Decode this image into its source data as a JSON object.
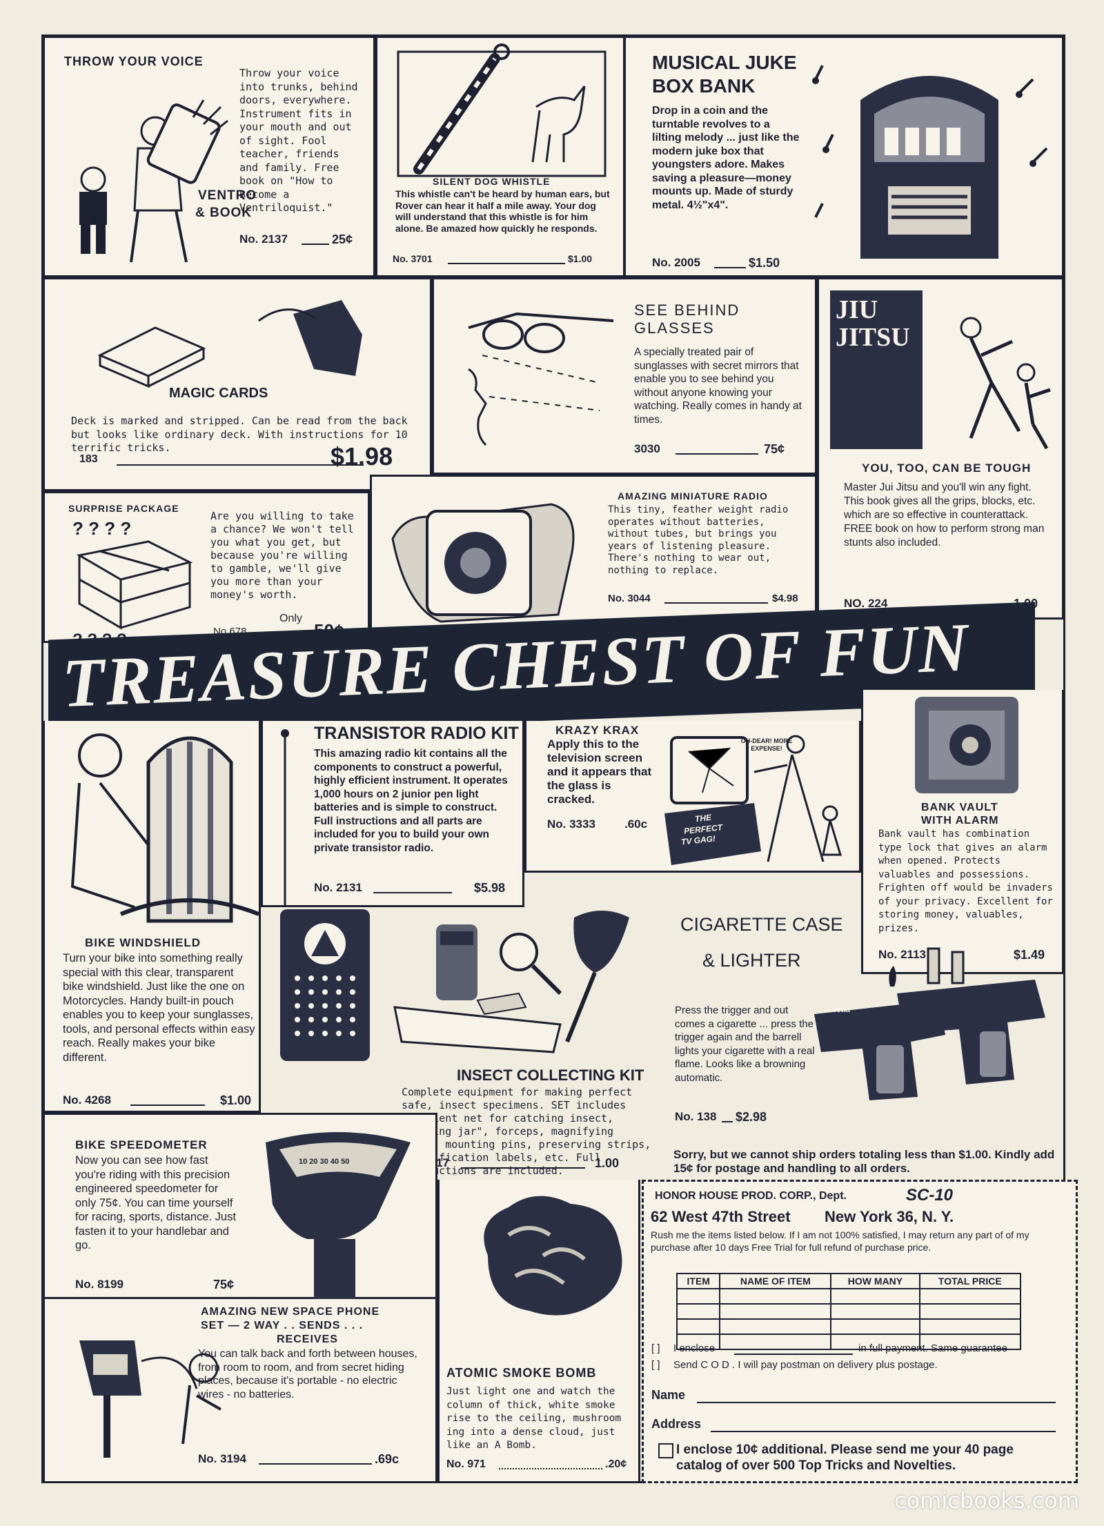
{
  "banner": "TREASURE CHEST OF FUN",
  "watermark": "comicbooks.com",
  "ventriloquist": {
    "title": "THROW YOUR VOICE",
    "body": "Throw your voice into trunks, behind doors, everywhere. Instrument fits in your mouth and out of sight. Fool teacher, friends and family. Free book on \"How to Become a Ventriloquist.\"",
    "art_label_1": "Ventro",
    "art_label_2": "& Book",
    "number": "No. 2137",
    "price": "25¢"
  },
  "dog_whistle": {
    "title": "SILENT DOG WHISTLE",
    "body": "This whistle can't be heard by human ears, but Rover can hear it half a mile away. Your dog will understand that this whistle is for him alone. Be amazed how quickly he responds.",
    "number": "No. 3701",
    "price": "$1.00"
  },
  "juke_box": {
    "title_1": "MUSICAL JUKE",
    "title_2": "BOX BANK",
    "body": "Drop in a coin and the turntable revolves to a lilting melody ... just like the modern juke box that youngsters adore. Makes saving a pleasure—money mounts up. Made of sturdy metal. 4½\"x4\".",
    "number": "No. 2005",
    "price": "$1.50"
  },
  "magic_cards": {
    "title": "MAGIC CARDS",
    "body": "Deck is marked and stripped. Can be read from the back but looks like ordinary deck. With instructions for 10 terrific tricks.",
    "number": "183",
    "price": "$1.98"
  },
  "see_behind": {
    "title_1": "SEE BEHIND",
    "title_2": "GLASSES",
    "body": "A specially treated pair of sunglasses with secret mirrors that enable you to see behind you without anyone knowing your watching. Really comes in handy at times.",
    "number": "3030",
    "price": "75¢"
  },
  "jiu_jitsu": {
    "book_title": "JIU JITSU",
    "title": "YOU, TOO, CAN BE TOUGH",
    "body": "Master Jui Jitsu and you'll win any fight. This book gives all the grips, blocks, etc. which are so effective in counterattack. FREE book on how to perform strong man stunts also included.",
    "number": "NO. 224",
    "price": "1.00"
  },
  "surprise": {
    "title": "SURPRISE PACKAGE",
    "body": "Are you willing to take a chance? We won't tell you what you get, but because you're willing to gamble, we'll give you more than your money's worth.",
    "only": "Only",
    "number": "No 678",
    "price": "50¢"
  },
  "mini_radio": {
    "title": "AMAZING MINIATURE RADIO",
    "body": "This tiny, feather weight radio operates without batteries, without tubes, but brings you years of listening pleasure. There's nothing to wear out, nothing to replace.",
    "number": "No. 3044",
    "price": "$4.98"
  },
  "transistor": {
    "title": "TRANSISTOR RADIO KIT",
    "body": "This amazing radio kit contains all the components to construct a powerful, highly efficient instrument. It operates 1,000 hours on 2 junior pen light batteries and is simple to construct. Full instructions and all parts are included for you to build your own private transistor radio.",
    "number": "No. 2131",
    "price": "$5.98"
  },
  "krazy_krax": {
    "title": "KRAZY KRAX",
    "body": "Apply this to the television screen and it appears that the glass is cracked.",
    "number": "No. 3333",
    "price": ".60c",
    "tv_text_1": "THE",
    "tv_text_2": "PERFECT",
    "tv_text_3": "TV GAG!",
    "bubble": "OH-DEAR! MORE EXPENSE!"
  },
  "bank_vault": {
    "title_1": "BANK VAULT",
    "title_2": "WITH ALARM",
    "body": "Bank vault has combination type lock that gives an alarm when opened. Protects valuables and possessions. Frighten off would be invaders of your privacy. Excellent for storing money, valuables, prizes.",
    "number": "No. 2113",
    "price": "$1.49"
  },
  "bike_windshield": {
    "title": "BIKE WINDSHIELD",
    "body": "Turn your bike into something really special with this clear, transparent bike windshield. Just like the one on Motorcycles. Handy built-in pouch enables you to keep your sunglasses, tools, and personal effects within easy reach. Really makes your bike different.",
    "number": "No. 4268",
    "price": "$1.00"
  },
  "insect": {
    "title": "INSECT COLLECTING KIT",
    "body": "Complete equipment for making perfect safe, insect specimens. SET includes efficient net for catching insect, \"killing jar\", forceps, magnifying glass, mounting pins, preserving strips, identification labels, etc. Full instructions are included.",
    "number": "No. 2117",
    "price": "1.00"
  },
  "cigarette": {
    "title_1": "CIGARETTE CASE",
    "title_2": "& LIGHTER",
    "body": "Press the trigger and out comes a cigarette ... press the trigger again and the barrell lights your cigarette with a real flame. Looks like a browning automatic.",
    "number": "No. 138",
    "price": "$2.98",
    "gun_label": "Beretta"
  },
  "notice": "Sorry, but we cannot ship orders totaling less than $1.00. Kindly add 15¢ for postage and handling to all orders.",
  "speedometer": {
    "title": "BIKE SPEEDOMETER",
    "body": "Now you can see how fast you're riding with this precision engineered speedometer for only 75¢. You can time yourself for racing, sports, distance. Just fasten it to your handlebar and go.",
    "dial": "10 20 30 40 50",
    "number": "No. 8199",
    "price": "75¢"
  },
  "space_phone": {
    "title_1": "AMAZING NEW SPACE PHONE",
    "title_2": "SET — 2 WAY . . SENDS . . .",
    "title_3": "RECEIVES",
    "body": "You can talk back and forth between houses, from room to room, and from secret hiding places, because it's portable - no electric wires - no batteries.",
    "number": "No. 3194",
    "price": ".69c"
  },
  "smoke_bomb": {
    "title": "ATOMIC SMOKE BOMB",
    "body": "Just light one and watch the column of thick, white smoke rise to the ceiling, mushroom ing into a dense cloud, just like an A Bomb.",
    "number": "No. 971",
    "price": ".20¢"
  },
  "order_form": {
    "company": "HONOR HOUSE PROD. CORP., Dept.",
    "dept": "SC-10",
    "address": "62 West 47th Street",
    "city": "New York 36, N. Y.",
    "intro": "Rush me the items listed below. If I am not 100% satisfied, I may return any part of of my purchase after 10 days Free Trial for full refund of purchase price.",
    "columns": [
      "ITEM",
      "NAME OF ITEM",
      "HOW MANY",
      "TOTAL PRICE"
    ],
    "enclose_1": "I enclose",
    "enclose_2": "in full payment. Same guarantee",
    "cod": "Send C O D . I will pay postman on delivery plus postage.",
    "name_label": "Name",
    "address_label": "Address",
    "catalog": "I enclose 10¢ additional. Please send me your 40 page catalog of over 500 Top Tricks and Novelties."
  }
}
